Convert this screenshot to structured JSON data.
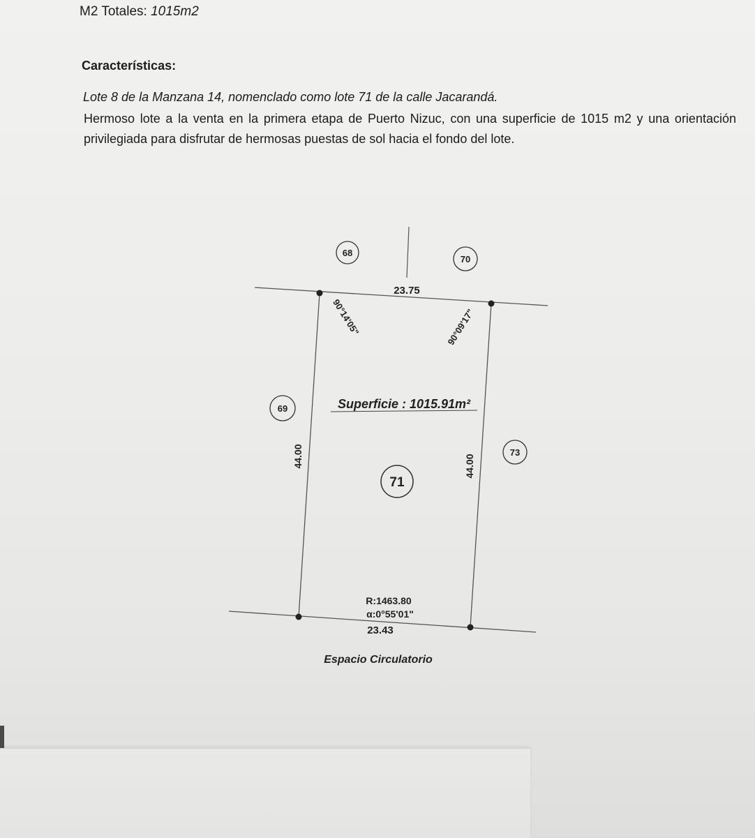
{
  "header": {
    "total_label": "M2 Totales:",
    "total_value": "1015m2"
  },
  "features": {
    "heading": "Características:",
    "lot_line": "Lote 8 de la Manzana 14, nomenclado como lote 71 de la calle Jacarandá.",
    "description": "Hermoso lote a la venta en la primera etapa de Puerto Nizuc, con una superficie de 1015 m2 y una orientación privilegiada para disfrutar de hermosas puestas de sol hacia el fondo del lote."
  },
  "plan": {
    "neighbor_lots": [
      "68",
      "70",
      "69",
      "73"
    ],
    "lot_number": "71",
    "front_width": "23.75",
    "back_width": "23.43",
    "left_side": "44.00",
    "right_side": "44.00",
    "angle_left": "90°14'05\"",
    "angle_right": "90°09'17\"",
    "surface": "Superficie : 1015.91m²",
    "radius": "R:1463.80",
    "alpha": "α:0°55'01\"",
    "street": "Espacio Circulatorio"
  }
}
